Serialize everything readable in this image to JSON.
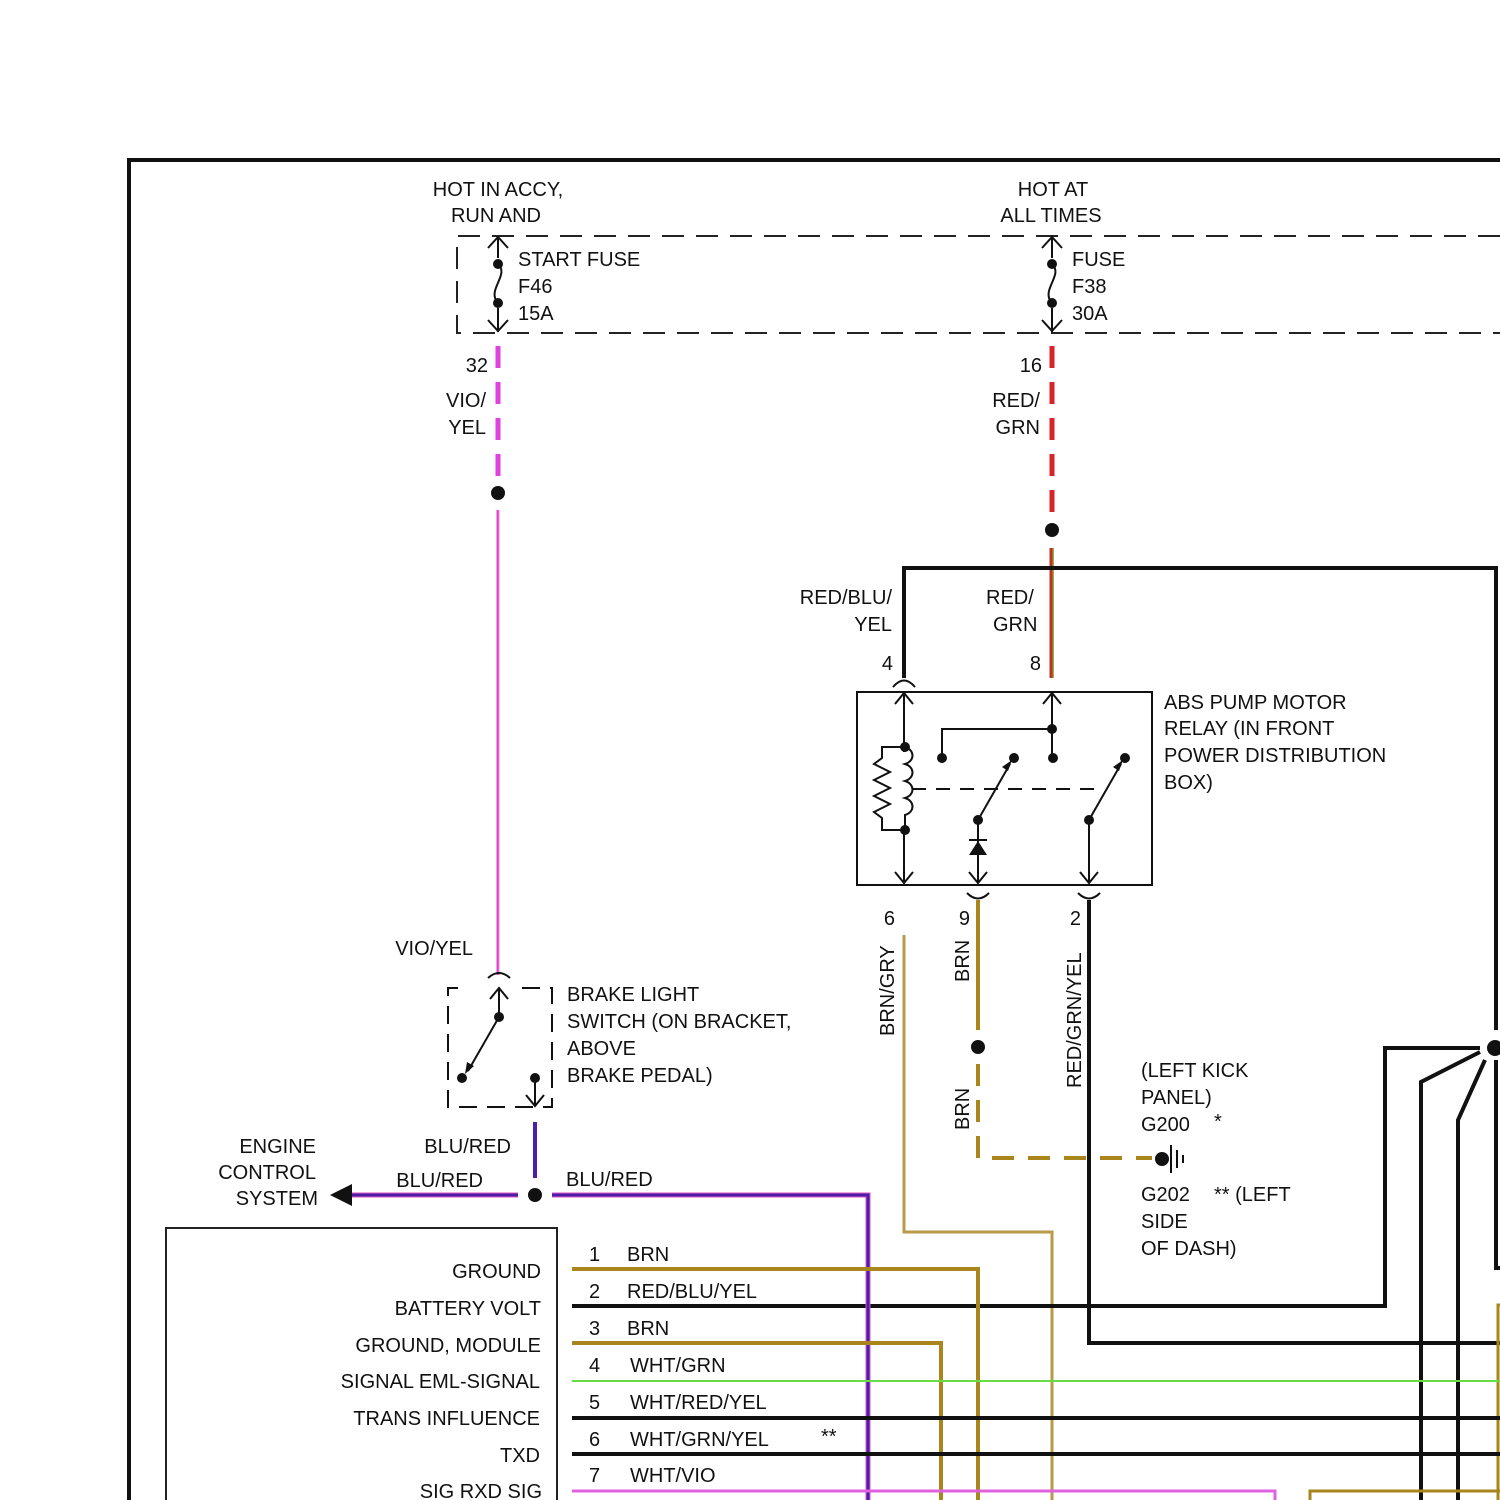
{
  "colors": {
    "black": "#111111",
    "vio_yel": "#e040e0",
    "red_grn": "#d8232a",
    "brn": "#a8861c",
    "brn_gry": "#b89a4a",
    "blu_red": "#4b1fa8",
    "blu_red_edge": "#e050c0",
    "wht_grn": "#66dd44",
    "wht_vio": "#e060e0",
    "red_grn_grn": "#8a8a1a"
  },
  "power": {
    "left": {
      "heading_line1": "HOT IN ACCY,",
      "heading_line2": "RUN AND",
      "fuse_name": "START FUSE",
      "fuse_id": "F46",
      "fuse_rating": "15A",
      "pin": "32",
      "wire_line1": "VIO/",
      "wire_line2": "YEL"
    },
    "right": {
      "heading_line1": "HOT AT",
      "heading_line2": "ALL TIMES",
      "fuse_name": "FUSE",
      "fuse_id": "F38",
      "fuse_rating": "30A",
      "pin": "16",
      "wire_line1": "RED/",
      "wire_line2": "GRN"
    }
  },
  "relay": {
    "label_lines": [
      "ABS PUMP MOTOR",
      "RELAY (IN FRONT",
      "POWER DISTRIBUTION",
      "BOX)"
    ],
    "pin4": "4",
    "pin4_wire_line1": "RED/BLU/",
    "pin4_wire_line2": "YEL",
    "pin8": "8",
    "pin8_wire_line1": "RED/",
    "pin8_wire_line2": "GRN",
    "pin6": "6",
    "pin6_wire": "BRN/GRY",
    "pin9": "9",
    "pin9_wire": "BRN",
    "pin9_wire_lower": "BRN",
    "pin2": "2",
    "pin2_wire": "RED/GRN/YEL"
  },
  "ground": {
    "g200_line1": "(LEFT KICK",
    "g200_line2": "PANEL)",
    "g200_id": "G200",
    "g200_mark": "*",
    "g202_id": "G202",
    "g202_mark": "** (LEFT",
    "g202_line2": "SIDE",
    "g202_line3": "OF DASH)"
  },
  "brake_switch": {
    "input_wire": "VIO/YEL",
    "label_lines": [
      "BRAKE LIGHT",
      "SWITCH (ON BRACKET,",
      "ABOVE",
      "BRAKE PEDAL)"
    ],
    "output_wire": "BLU/RED",
    "ecs_wire": "BLU/RED",
    "right_wire": "BLU/RED"
  },
  "engine_control": {
    "line1": "ENGINE",
    "line2": "CONTROL",
    "line3": "SYSTEM"
  },
  "module_pins": [
    {
      "function": "GROUND",
      "pin": "1",
      "wire": "BRN",
      "mark": ""
    },
    {
      "function": "BATTERY VOLT",
      "pin": "2",
      "wire": "RED/BLU/YEL",
      "mark": ""
    },
    {
      "function": "GROUND, MODULE",
      "pin": "3",
      "wire": "BRN",
      "mark": ""
    },
    {
      "function": "SIGNAL EML-SIGNAL",
      "pin": "4",
      "wire": "WHT/GRN",
      "mark": ""
    },
    {
      "function": "TRANS INFLUENCE",
      "pin": "5",
      "wire": "WHT/RED/YEL",
      "mark": ""
    },
    {
      "function": "TXD",
      "pin": "6",
      "wire": "WHT/GRN/YEL",
      "mark": "**"
    },
    {
      "function": "SIG RXD SIG",
      "pin": "7",
      "wire": "WHT/VIO",
      "mark": ""
    }
  ]
}
